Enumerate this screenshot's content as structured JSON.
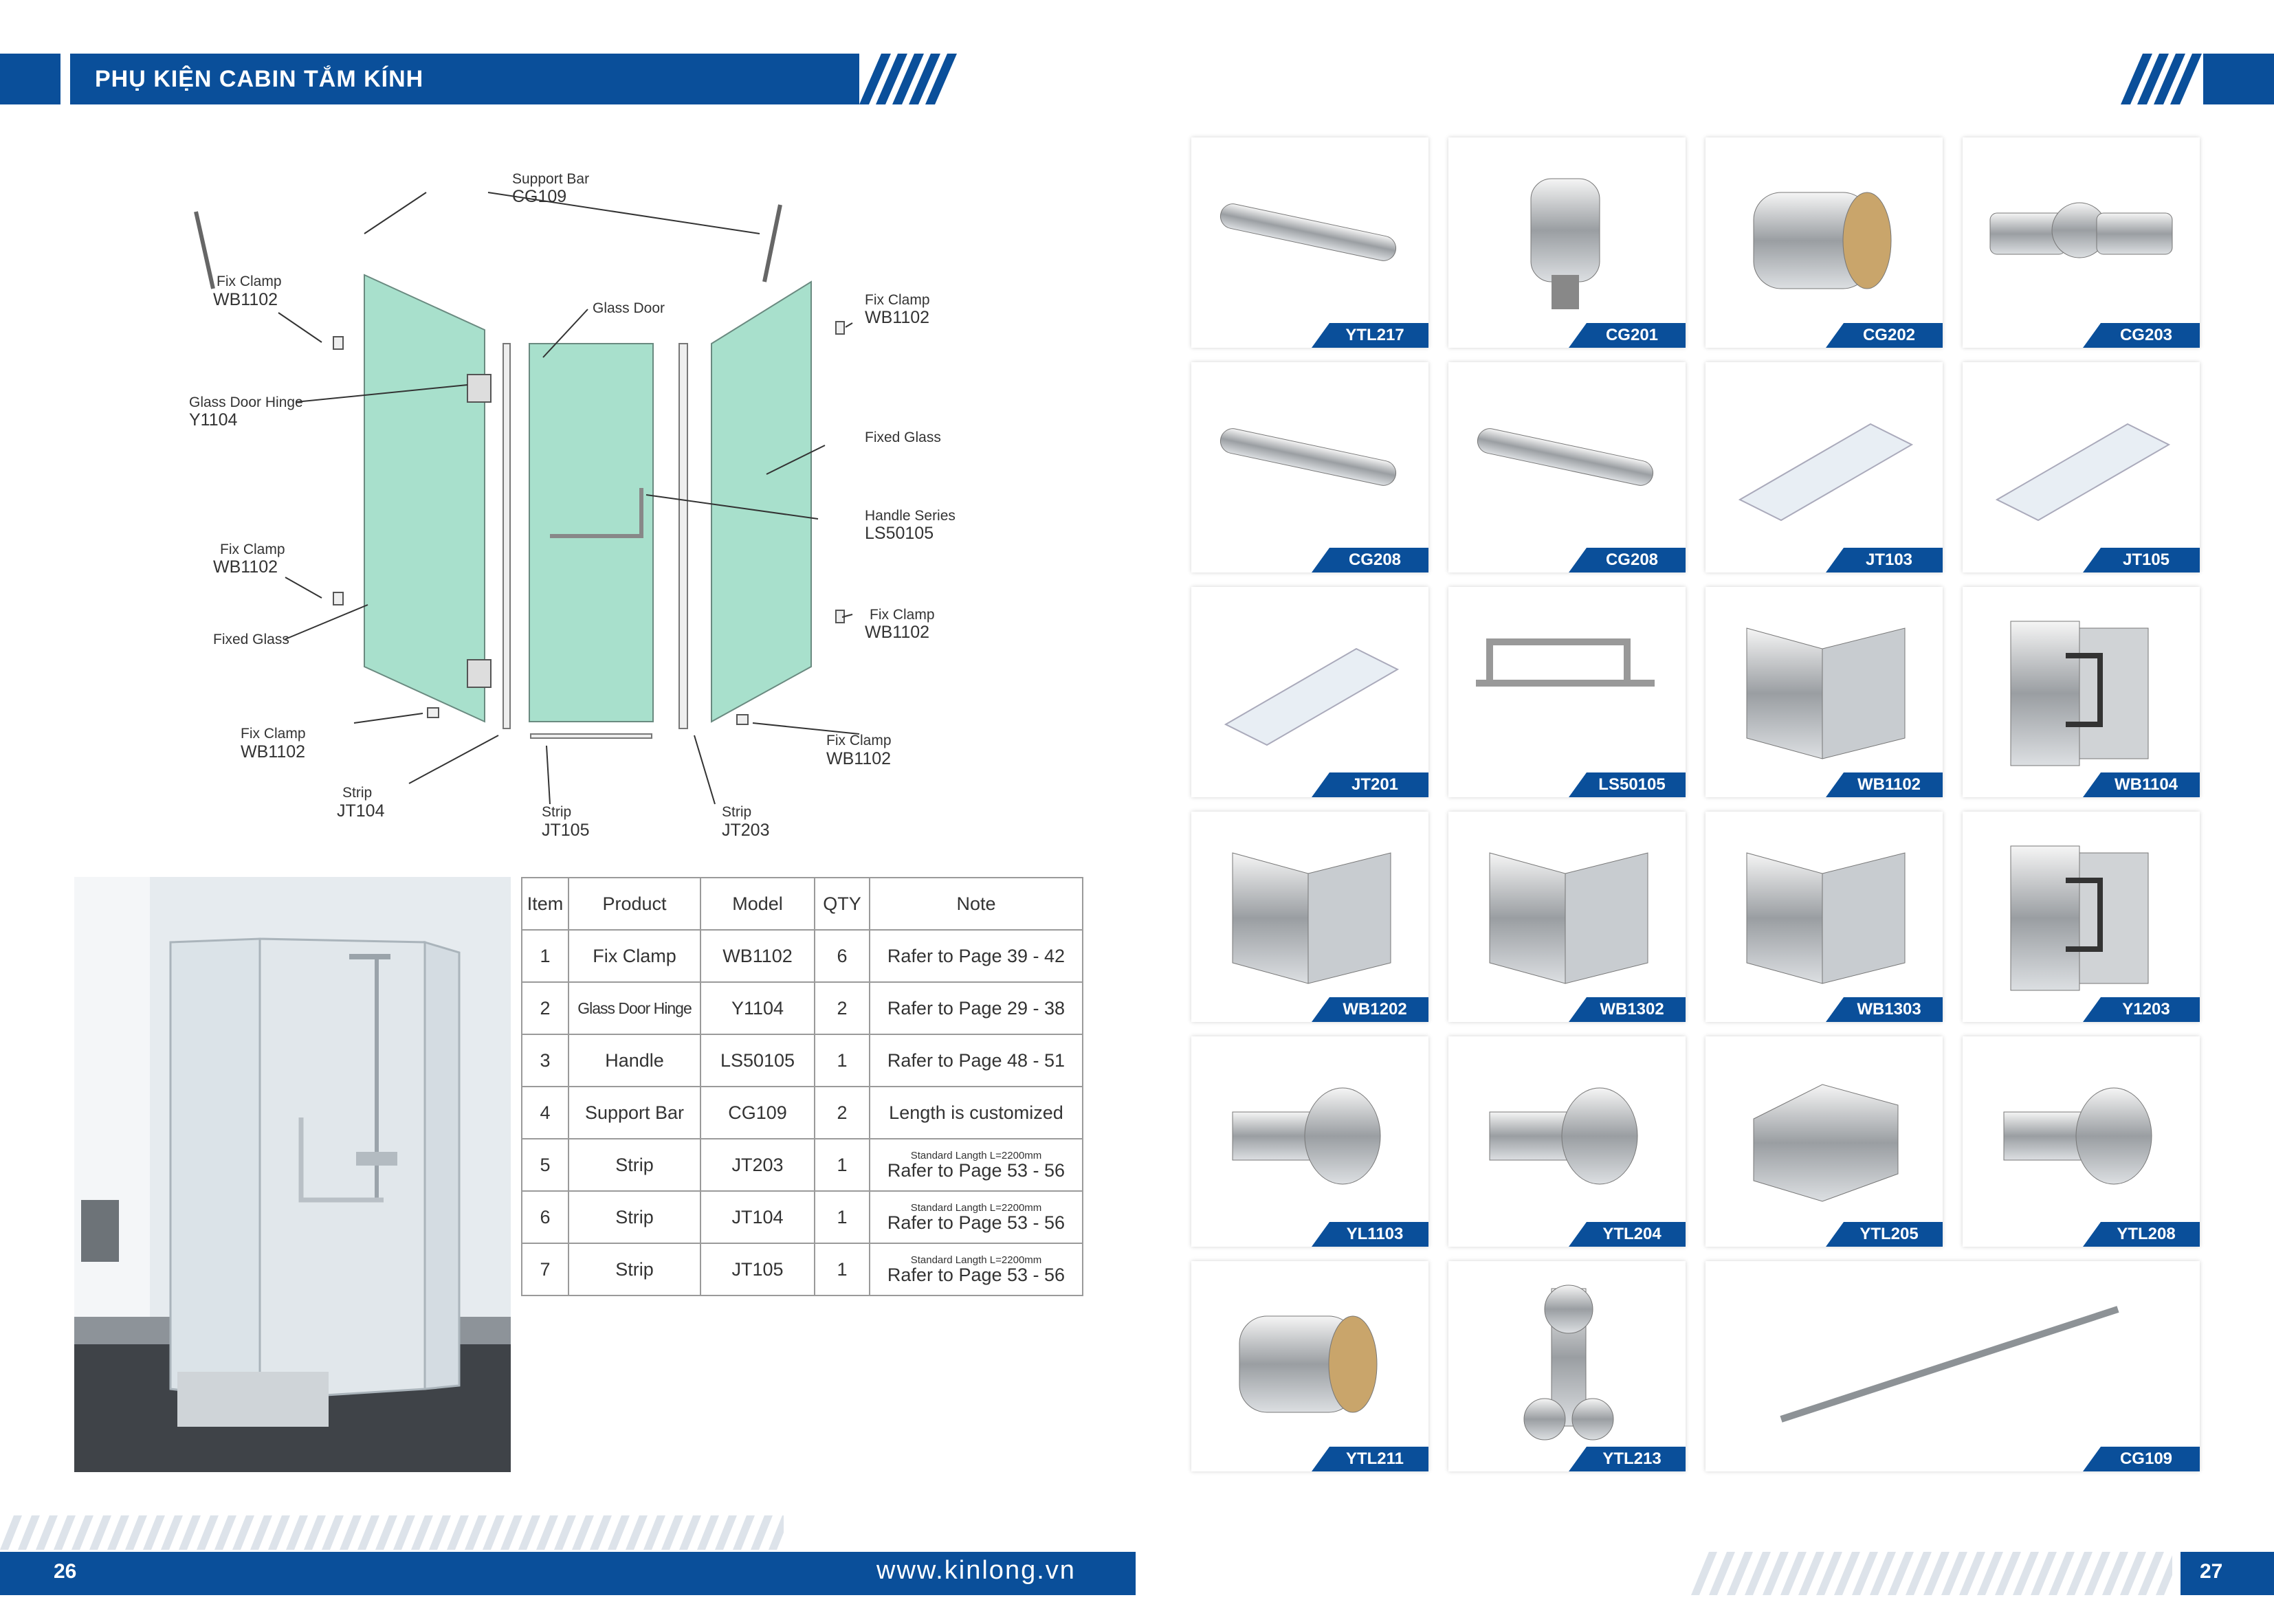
{
  "header": {
    "title": "PHỤ KIỆN CABIN TẮM KÍNH"
  },
  "diagram": {
    "labels": [
      {
        "name": "Support Bar",
        "code": "CG109"
      },
      {
        "name": "Fix Clamp",
        "code": "WB1102"
      },
      {
        "name": "Glass Door",
        "code": ""
      },
      {
        "name": "Fix Clamp",
        "code": "WB1102"
      },
      {
        "name": "Glass Door Hinge",
        "code": "Y1104"
      },
      {
        "name": "Fixed Glass",
        "code": ""
      },
      {
        "name": "Handle Series",
        "code": "LS50105"
      },
      {
        "name": "Fix Clamp",
        "code": "WB1102"
      },
      {
        "name": "Fix Clamp",
        "code": "WB1102"
      },
      {
        "name": "Fixed Glass",
        "code": ""
      },
      {
        "name": "Fix Clamp",
        "code": "WB1102"
      },
      {
        "name": "Fix Clamp",
        "code": "WB1102"
      },
      {
        "name": "Strip",
        "code": "JT104"
      },
      {
        "name": "Strip",
        "code": "JT105"
      },
      {
        "name": "Strip",
        "code": "JT203"
      }
    ]
  },
  "table": {
    "headers": [
      "Item",
      "Product",
      "Model",
      "QTY",
      "Note"
    ],
    "rows": [
      {
        "item": "1",
        "product": "Fix Clamp",
        "model": "WB1102",
        "qty": "6",
        "note_small": "",
        "note": "Rafer to Page 39 - 42"
      },
      {
        "item": "2",
        "product": "Glass Door Hinge",
        "model": "Y1104",
        "qty": "2",
        "note_small": "",
        "note": "Rafer to Page 29 - 38"
      },
      {
        "item": "3",
        "product": "Handle",
        "model": "LS50105",
        "qty": "1",
        "note_small": "",
        "note": "Rafer to Page 48 - 51"
      },
      {
        "item": "4",
        "product": "Support Bar",
        "model": "CG109",
        "qty": "2",
        "note_small": "",
        "note": "Length is customized"
      },
      {
        "item": "5",
        "product": "Strip",
        "model": "JT203",
        "qty": "1",
        "note_small": "Standard Langth L=2200mm",
        "note": "Rafer to Page 53 - 56"
      },
      {
        "item": "6",
        "product": "Strip",
        "model": "JT104",
        "qty": "1",
        "note_small": "Standard Langth L=2200mm",
        "note": "Rafer to Page 53 - 56"
      },
      {
        "item": "7",
        "product": "Strip",
        "model": "JT105",
        "qty": "1",
        "note_small": "Standard Langth L=2200mm",
        "note": "Rafer to Page 53 - 56"
      }
    ]
  },
  "products": [
    {
      "code": "YTL217",
      "icon": "tube"
    },
    {
      "code": "CG201",
      "icon": "connector"
    },
    {
      "code": "CG202",
      "icon": "end-cap"
    },
    {
      "code": "CG203",
      "icon": "swivel-connector"
    },
    {
      "code": "CG208",
      "icon": "tube"
    },
    {
      "code": "CG208",
      "icon": "tube"
    },
    {
      "code": "JT103",
      "icon": "seal-strip"
    },
    {
      "code": "JT105",
      "icon": "seal-strip"
    },
    {
      "code": "JT201",
      "icon": "seal-strip"
    },
    {
      "code": "LS50105",
      "icon": "handle"
    },
    {
      "code": "WB1102",
      "icon": "clamp"
    },
    {
      "code": "WB1104",
      "icon": "hinge"
    },
    {
      "code": "WB1202",
      "icon": "clamp"
    },
    {
      "code": "WB1302",
      "icon": "clamp"
    },
    {
      "code": "WB1303",
      "icon": "clamp"
    },
    {
      "code": "Y1203",
      "icon": "hinge"
    },
    {
      "code": "YL1103",
      "icon": "knob"
    },
    {
      "code": "YTL204",
      "icon": "knob"
    },
    {
      "code": "YTL205",
      "icon": "glass-clip"
    },
    {
      "code": "YTL208",
      "icon": "knob"
    },
    {
      "code": "YTL211",
      "icon": "end-cap"
    },
    {
      "code": "YTL213",
      "icon": "roller"
    },
    {
      "code": "CG109",
      "icon": "support-bar"
    }
  ],
  "footer": {
    "page_left": "26",
    "website": "www.kinlong.vn",
    "page_right": "27"
  },
  "colors": {
    "brand_blue": "#0a4f9a",
    "glass": "#a8e0cc"
  }
}
